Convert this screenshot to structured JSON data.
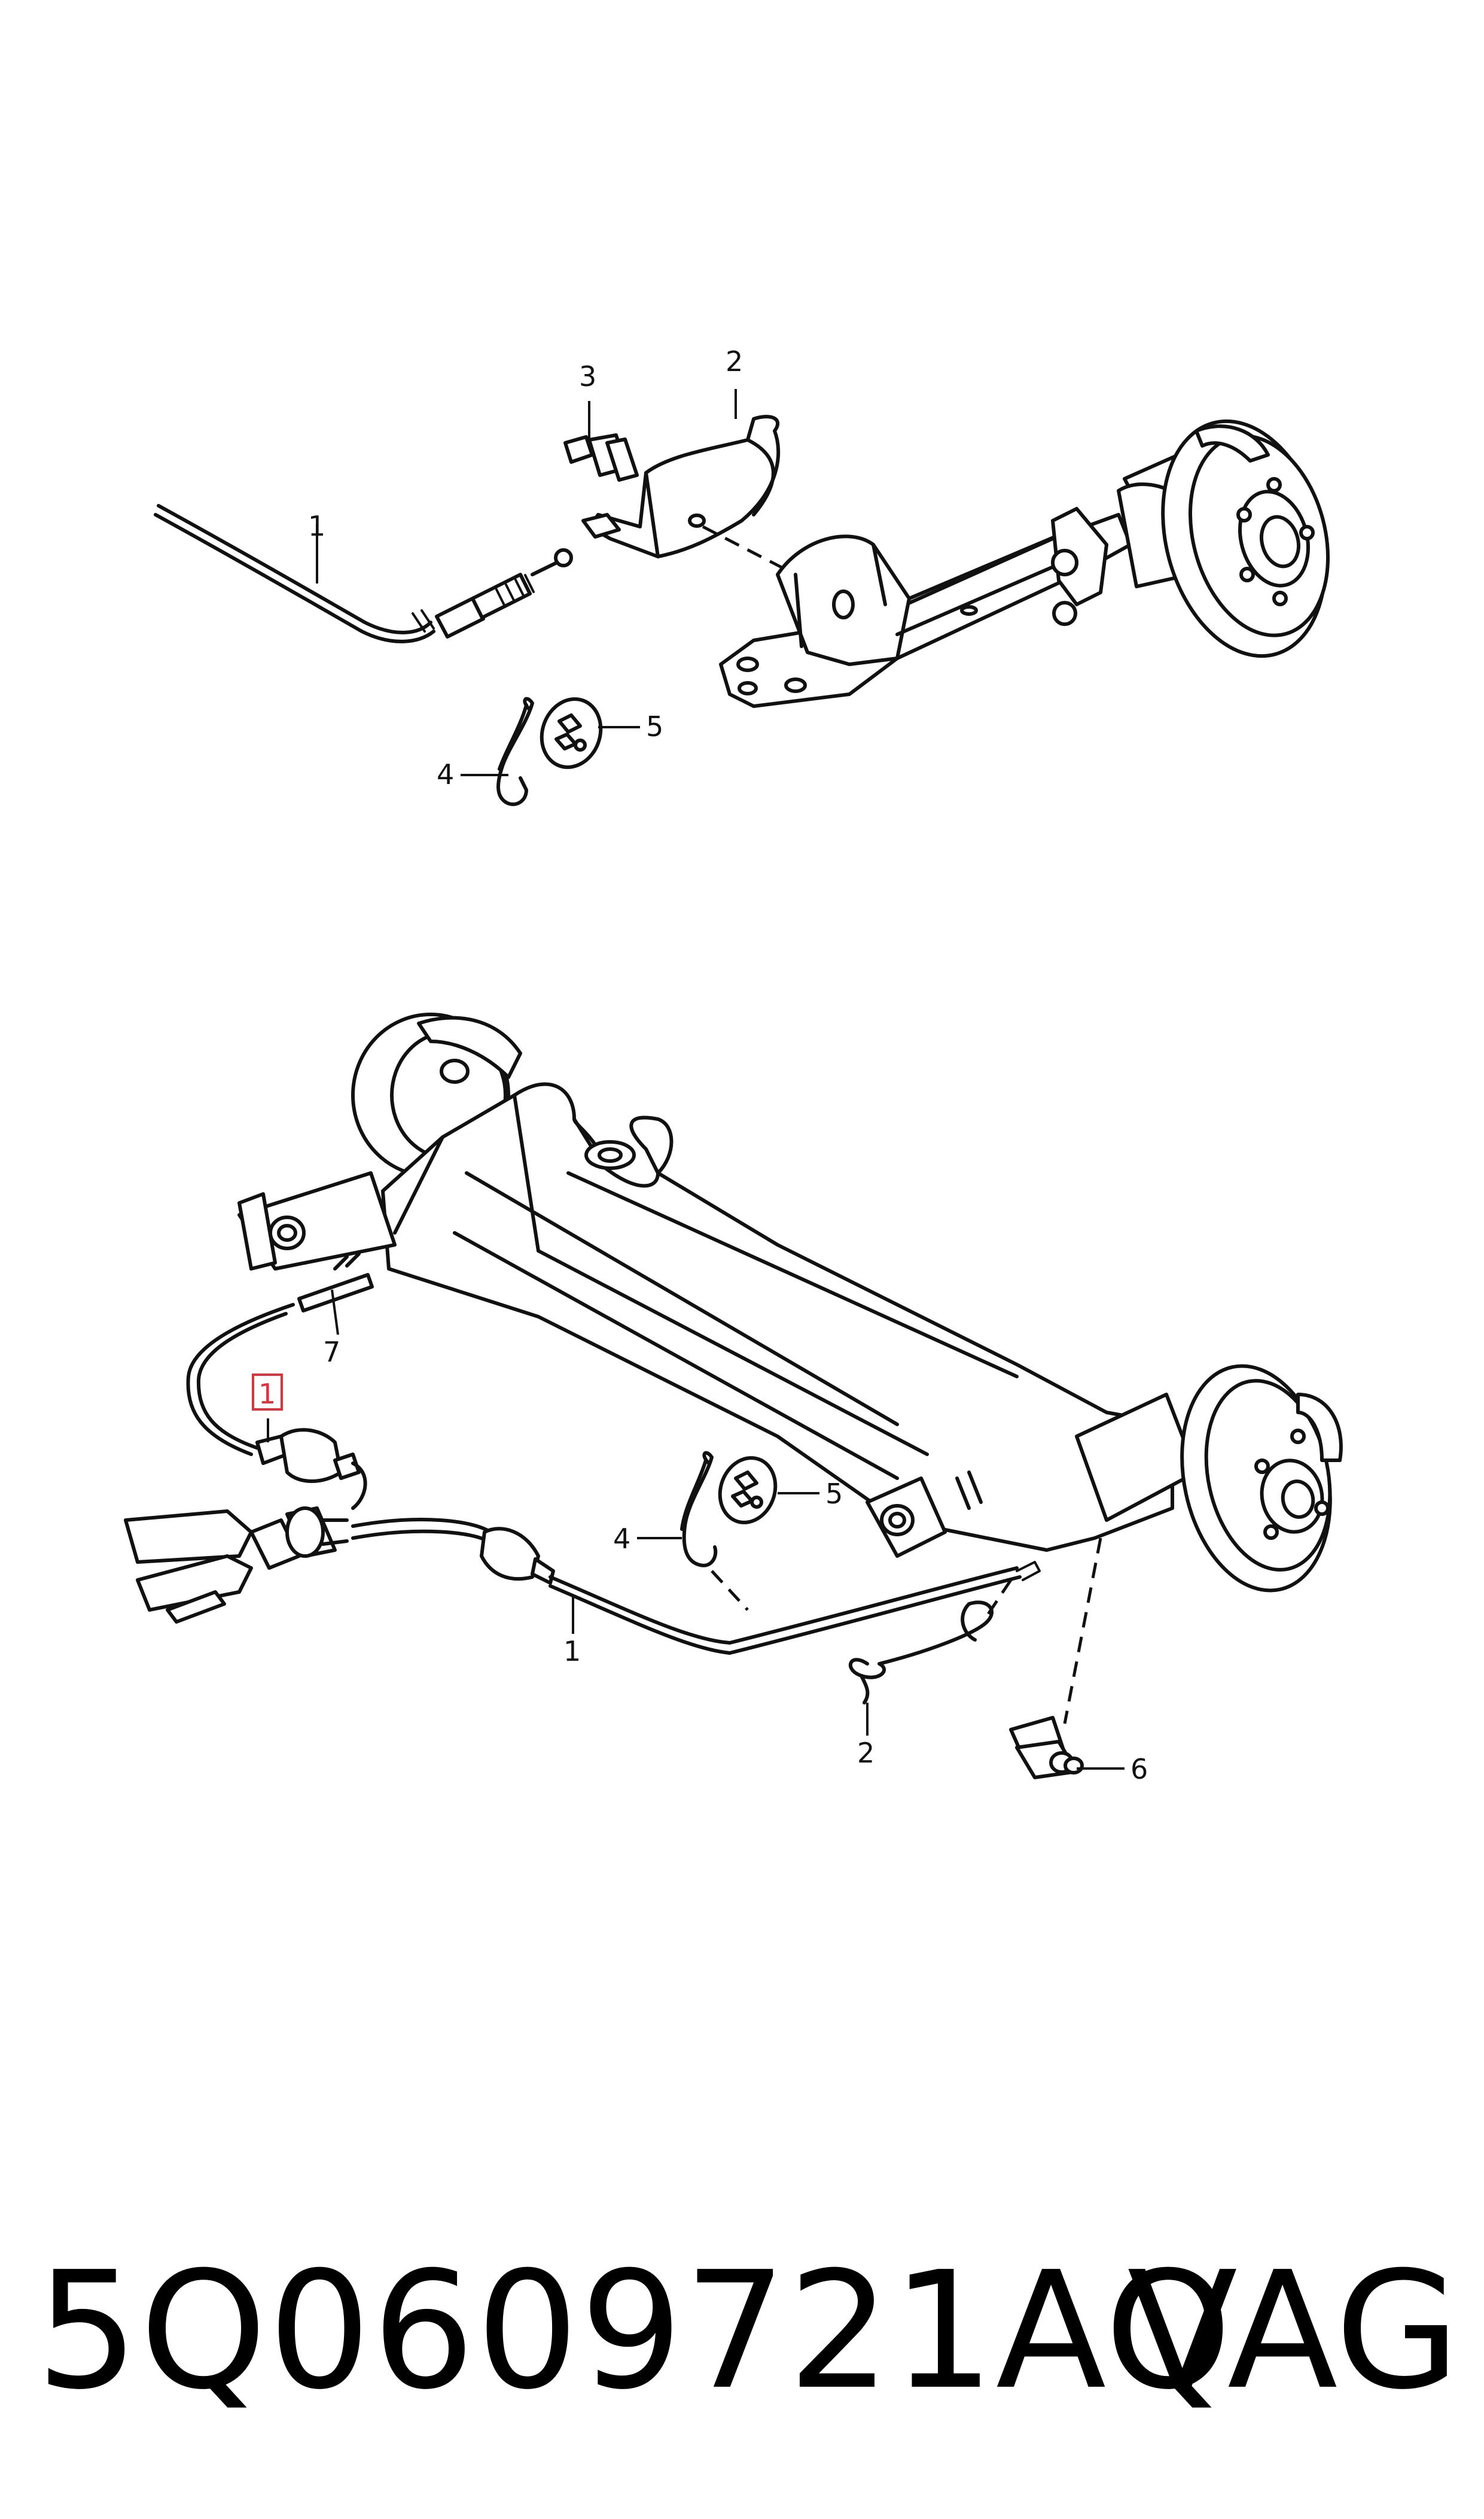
{
  "diagram": {
    "top": {
      "callouts": [
        {
          "id": "top-1",
          "text": "1"
        },
        {
          "id": "top-2",
          "text": "2"
        },
        {
          "id": "top-3",
          "text": "3"
        },
        {
          "id": "top-4",
          "text": "4"
        },
        {
          "id": "top-5",
          "text": "5"
        }
      ]
    },
    "bottom": {
      "callouts": [
        {
          "id": "bot-1-highlight",
          "text": "1",
          "highlighted": true
        },
        {
          "id": "bot-7",
          "text": "7"
        },
        {
          "id": "bot-5",
          "text": "5"
        },
        {
          "id": "bot-4",
          "text": "4"
        },
        {
          "id": "bot-1",
          "text": "1"
        },
        {
          "id": "bot-2",
          "text": "2"
        },
        {
          "id": "bot-6",
          "text": "6"
        }
      ]
    },
    "highlight_color": "#e0303a"
  },
  "footer": {
    "part_number": "5Q0609721AQ",
    "brand": "VAG"
  }
}
